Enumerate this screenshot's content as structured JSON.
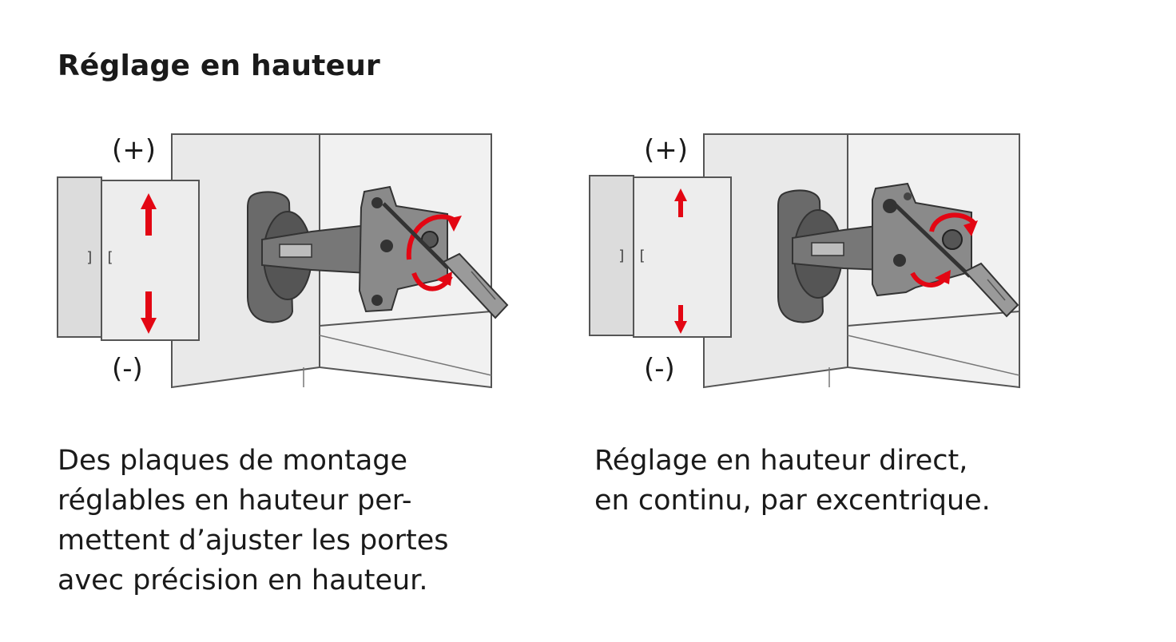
{
  "title": "Réglage en hauteur",
  "colors": {
    "arrow_red": "#e30613",
    "panel_grey": "#e6e6e6",
    "line_grey": "#5a5a5a",
    "hinge_dark": "#5f5f5f"
  },
  "diagrams": [
    {
      "plus_label": "(+)",
      "minus_label": "(-)",
      "caption_lines": [
        "Des plaques de montage",
        "réglables en hauteur per-",
        "mettent d’ajuster les portes",
        "avec précision en hauteur."
      ]
    },
    {
      "plus_label": "(+)",
      "minus_label": "(-)",
      "caption_lines": [
        "Réglage en hauteur direct,",
        "en continu, par excentrique."
      ]
    }
  ],
  "icons": [
    "up-arrow-icon",
    "down-arrow-icon",
    "rotation-arrows-icon",
    "screwdriver-icon",
    "hinge-icon"
  ]
}
